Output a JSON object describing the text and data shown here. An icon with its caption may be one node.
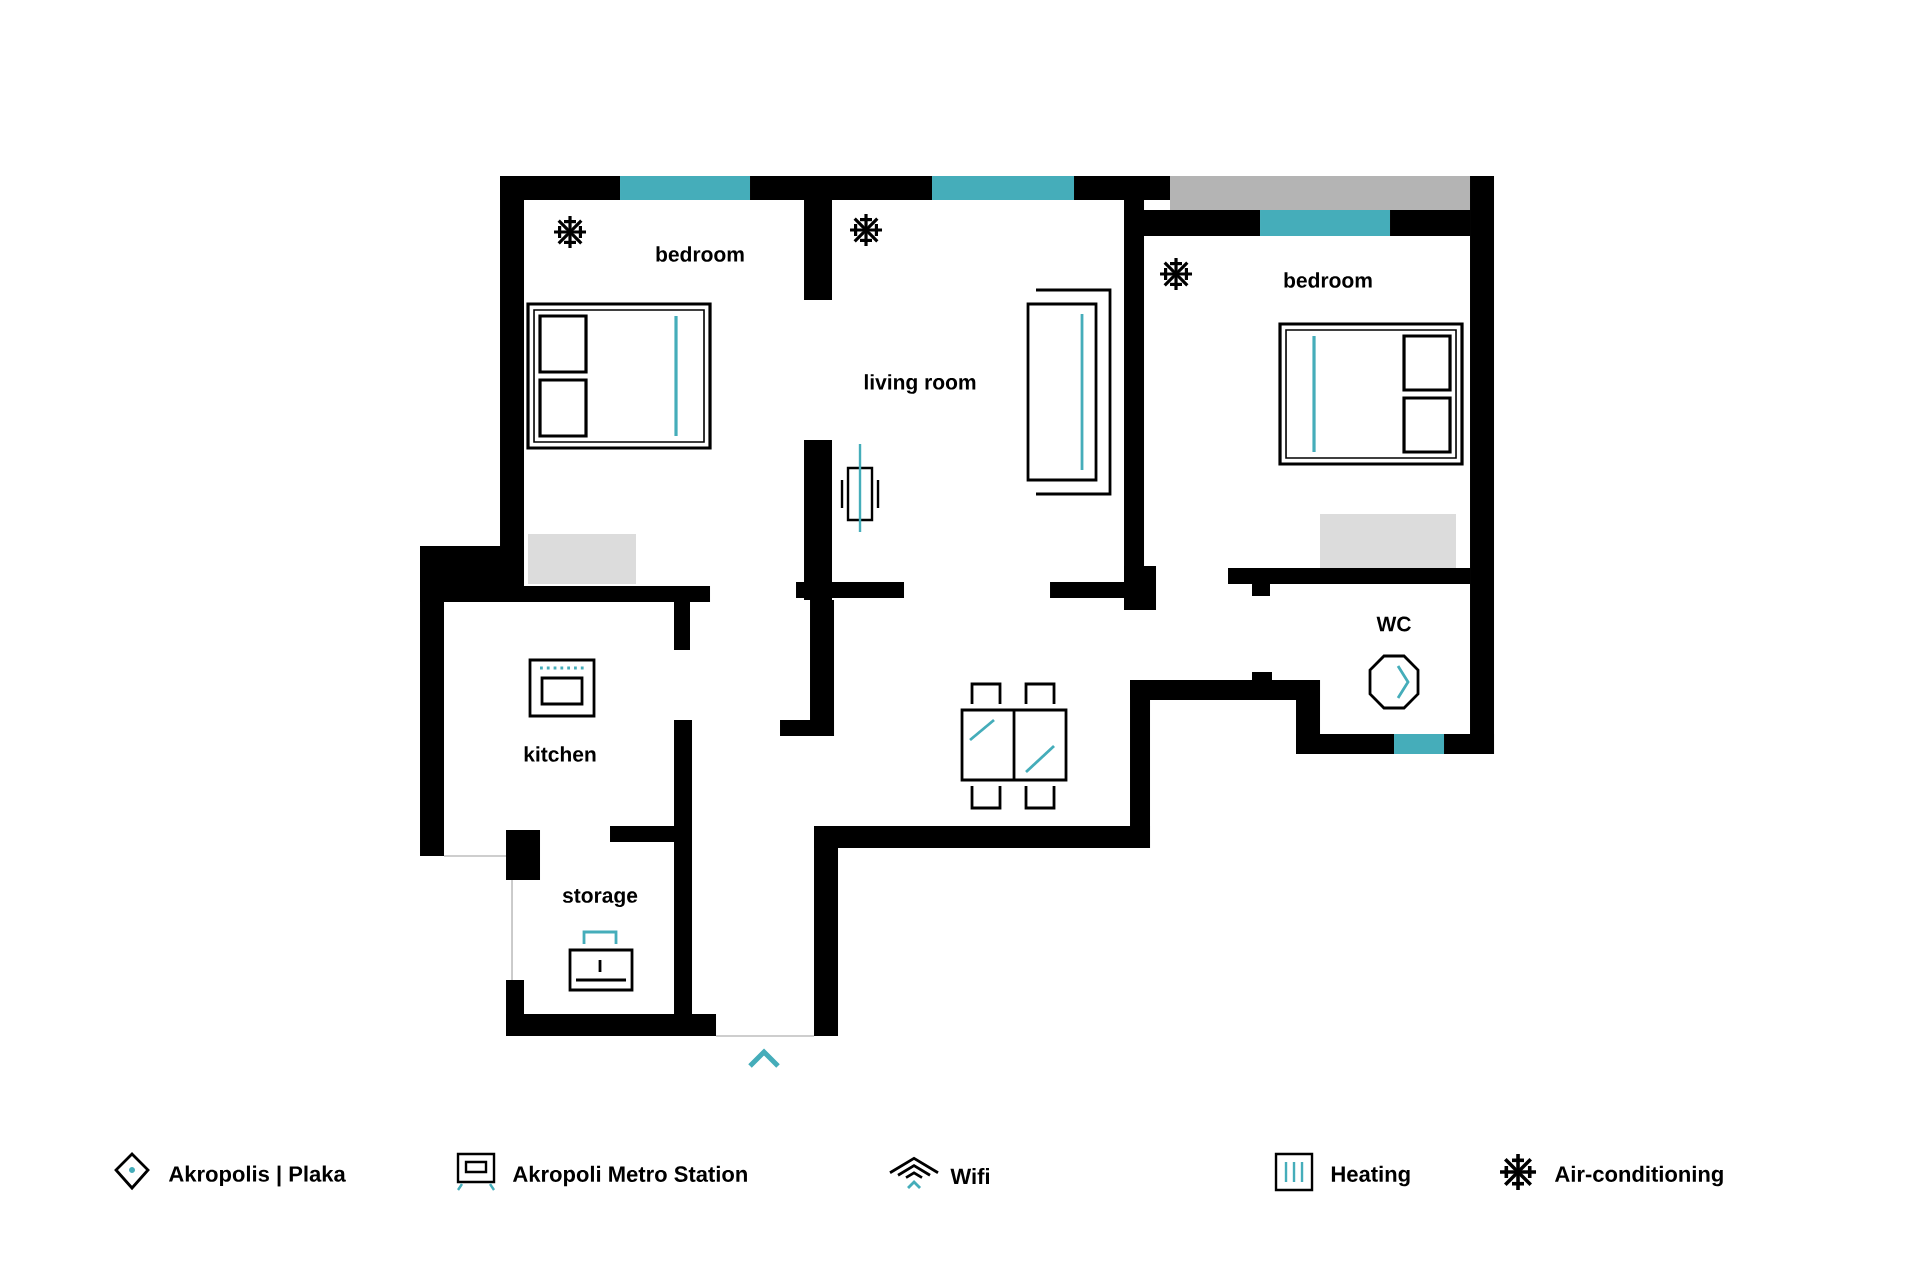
{
  "diagram": {
    "labels": [
      "bedroom",
      "living room",
      "bedroom",
      "WC",
      "kitchen",
      "storage"
    ],
    "legend": [
      {
        "text": "Akropolis | Plaka"
      },
      {
        "text": "Akropoli Metro Station"
      },
      {
        "text": "Wifi"
      },
      {
        "text": "Heating"
      },
      {
        "text": "Air-conditioning"
      }
    ]
  }
}
